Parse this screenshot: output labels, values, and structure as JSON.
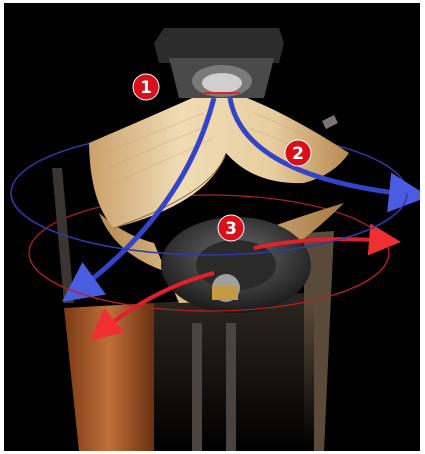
{
  "image": {
    "background": "#000000",
    "markers": [
      {
        "label": "1",
        "color": "#d8101c"
      },
      {
        "label": "2",
        "color": "#d8101c"
      },
      {
        "label": "3",
        "color": "#d8101c"
      }
    ],
    "colors": {
      "airflow_blue": "#3344c8",
      "airflow_red": "#e0202a",
      "wood_light": "#e6c89a",
      "wood_dark": "#b06a38",
      "orbit_blue": "#2b3aa8",
      "orbit_red": "#b82020"
    }
  }
}
